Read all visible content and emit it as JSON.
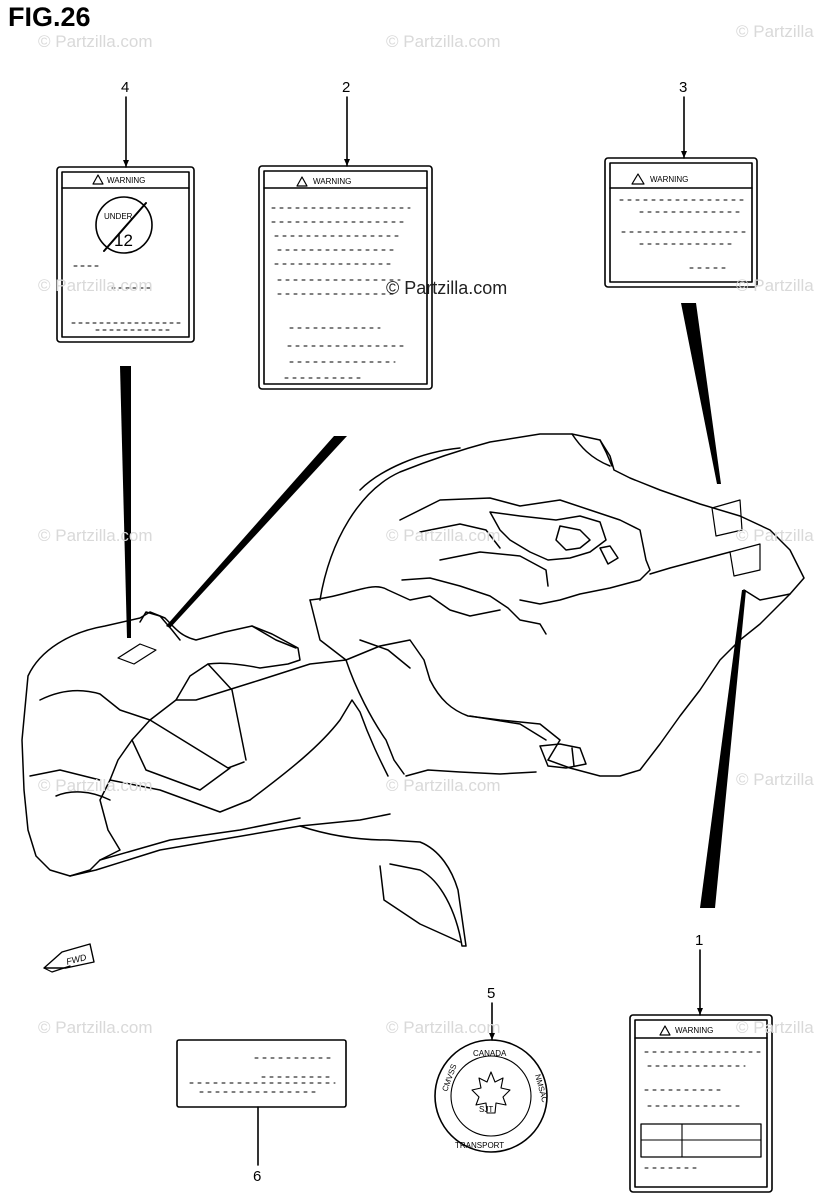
{
  "figure": {
    "title": "FIG.26"
  },
  "callouts": [
    {
      "id": "1",
      "text": "1"
    },
    {
      "id": "2",
      "text": "2"
    },
    {
      "id": "3",
      "text": "3"
    },
    {
      "id": "4",
      "text": "4"
    },
    {
      "id": "5",
      "text": "5"
    },
    {
      "id": "6",
      "text": "6"
    }
  ],
  "labels": {
    "warning": "WARNING",
    "age_badge_top": "UNDER",
    "age_badge_num": "12",
    "seal_top": "CANADA",
    "seal_left": "CMVSS",
    "seal_right": "NMSAC",
    "seal_bottom": "TRANSPORT",
    "seal_center": "SJT",
    "fwd": "FWD"
  },
  "watermark": {
    "text": "© Partzilla.com"
  },
  "colors": {
    "ink": "#000000",
    "paper": "#ffffff",
    "watermark": "#d9d9d9"
  }
}
